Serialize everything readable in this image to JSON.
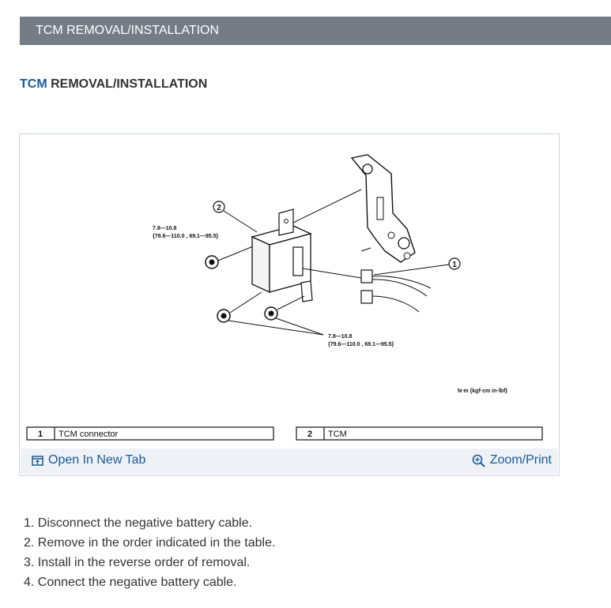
{
  "header": {
    "title": "TCM REMOVAL/INSTALLATION"
  },
  "subtitle": {
    "highlight": "TCM",
    "rest": " REMOVAL/INSTALLATION"
  },
  "figure": {
    "callouts": {
      "one": "1",
      "two": "2"
    },
    "torque_top": {
      "line1": "7.8—10.8",
      "line2": "{79.6—110.0 , 69.1—95.5}"
    },
    "torque_bottom": {
      "line1": "7.8—10.8",
      "line2": "{79.6—110.0 , 69.1—95.5}"
    },
    "unit_note": "N·m {kgf·cm  in·lbf}",
    "legend": [
      {
        "num": "1",
        "label": "TCM connector"
      },
      {
        "num": "2",
        "label": "TCM"
      }
    ],
    "open_tab_label": "Open In New Tab",
    "zoom_label": "Zoom/Print",
    "icons": {
      "open": "open-new-tab-icon",
      "zoom": "zoom-icon"
    }
  },
  "steps": [
    "1. Disconnect the negative battery cable.",
    "2. Remove in the order indicated in the table.",
    "3. Install in the reverse order of removal.",
    "4. Connect the negative battery cable."
  ],
  "colors": {
    "header_bg": "#757c85",
    "link": "#1a5a96",
    "footer_bg": "#eef1f6"
  }
}
